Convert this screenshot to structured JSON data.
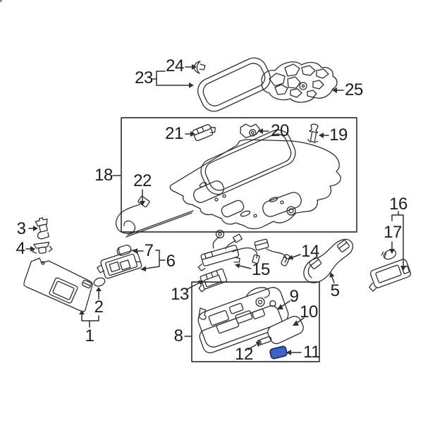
{
  "diagram": {
    "kind": "vehicle-roof-interior-parts-diagram",
    "background": "#ffffff"
  },
  "colors": {
    "line": "#2e2e2e",
    "box_stroke": "#3a3a3a",
    "label_color": "#1c1c1c",
    "highlight_fill": "#3f62c8",
    "highlight_stroke": "#16244e"
  },
  "callouts": [
    {
      "num": "1"
    },
    {
      "num": "2"
    },
    {
      "num": "3"
    },
    {
      "num": "4"
    },
    {
      "num": "5"
    },
    {
      "num": "6"
    },
    {
      "num": "7"
    },
    {
      "num": "8"
    },
    {
      "num": "9"
    },
    {
      "num": "10"
    },
    {
      "num": "11"
    },
    {
      "num": "12"
    },
    {
      "num": "13"
    },
    {
      "num": "14"
    },
    {
      "num": "15"
    },
    {
      "num": "16"
    },
    {
      "num": "17"
    },
    {
      "num": "18"
    },
    {
      "num": "19"
    },
    {
      "num": "20"
    },
    {
      "num": "21"
    },
    {
      "num": "22"
    },
    {
      "num": "23"
    },
    {
      "num": "24"
    },
    {
      "num": "25"
    }
  ],
  "highlighted_part": {
    "num": "11"
  }
}
